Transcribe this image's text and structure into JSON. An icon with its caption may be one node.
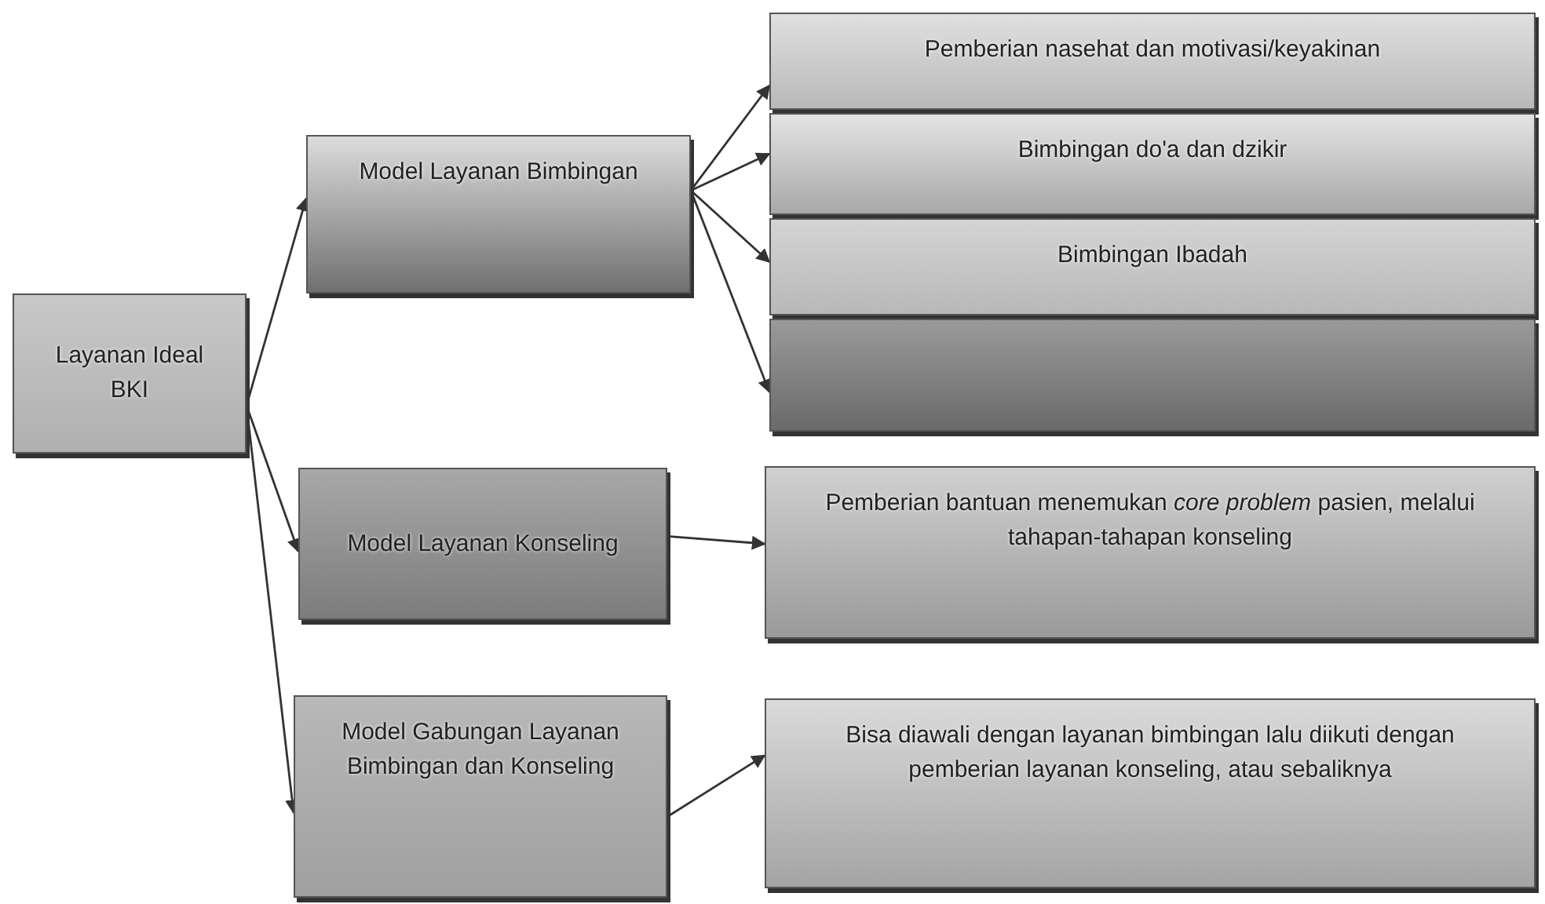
{
  "diagram": {
    "nodes": [
      {
        "text": [
          "Layanan Ideal BKI"
        ]
      },
      {
        "text": [
          "Model Layanan Bimbingan"
        ]
      },
      {
        "text": [
          "Pemberian nasehat dan motivasi/keyakinan"
        ]
      },
      {
        "text": [
          "Bimbingan do'a dan dzikir"
        ]
      },
      {
        "text": [
          "Bimbingan Ibadah"
        ]
      },
      {
        "text": [],
        "shape": "box"
      },
      {
        "text": [
          "Model Layanan Konseling"
        ]
      },
      {
        "text": [
          "Pemberian bantuan menemukan *core problem* pasien, melalui tahapan-tahapan konseling"
        ]
      },
      {
        "text": [
          "Model Gabungan Layanan Bimbingan dan Konseling"
        ]
      },
      {
        "text": [
          "Bisa diawali dengan layanan bimbingan lalu diikuti dengan pemberian layanan konseling, atau sebaliknya"
        ]
      }
    ],
    "edges": [
      {
        "from": 0,
        "to": 1,
        "arrow": "to"
      },
      {
        "from": 0,
        "to": 6,
        "arrow": "to"
      },
      {
        "from": 0,
        "to": 8,
        "arrow": "to"
      },
      {
        "from": 1,
        "to": 2,
        "arrow": "to"
      },
      {
        "from": 1,
        "to": 3,
        "arrow": "to"
      },
      {
        "from": 1,
        "to": 4,
        "arrow": "to"
      },
      {
        "from": 1,
        "to": 5,
        "arrow": "to"
      },
      {
        "from": 6,
        "to": 7,
        "arrow": "to"
      },
      {
        "from": 8,
        "to": 9,
        "arrow": "to"
      }
    ]
  }
}
